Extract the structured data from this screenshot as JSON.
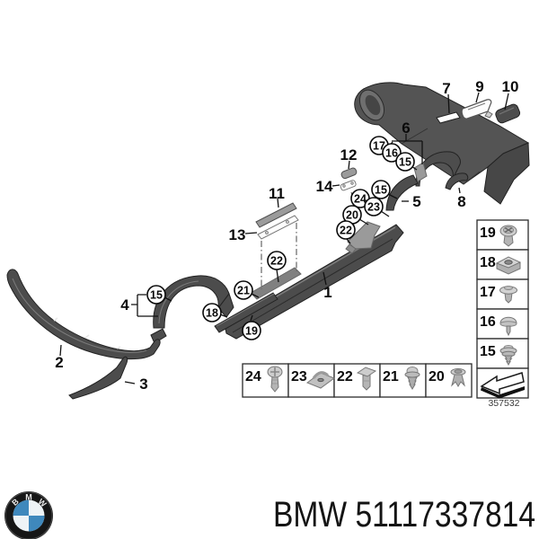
{
  "footer": {
    "brand_text": "BMW 51117337814",
    "logo": {
      "b": "B",
      "m": "M",
      "w": "W"
    }
  },
  "diagram": {
    "sheet_number": "357532",
    "labels": {
      "n1": "1",
      "n2": "2",
      "n3": "3",
      "n4": "4",
      "n5": "5",
      "n6": "6",
      "n7": "7",
      "n8": "8",
      "n9": "9",
      "n10": "10",
      "n11": "11",
      "n12": "12",
      "n13": "13",
      "n14": "14",
      "n15": "15",
      "n16": "16",
      "n17": "17",
      "n18": "18",
      "n19": "19",
      "n20": "20",
      "n21": "21",
      "n22": "22",
      "n23": "23",
      "n24": "24"
    },
    "legend_column": {
      "rows": [
        {
          "num": "19",
          "icon": "screw-rivet-icon"
        },
        {
          "num": "18",
          "icon": "cage-nut-icon"
        },
        {
          "num": "17",
          "icon": "flat-rivet-icon"
        },
        {
          "num": "16",
          "icon": "mushroom-clip-icon"
        },
        {
          "num": "15",
          "icon": "grommet-clip-icon"
        }
      ],
      "arrow_icon": "direction-arrow-icon"
    },
    "legend_row": {
      "rows": [
        {
          "num": "24",
          "icon": "phillips-screw-icon"
        },
        {
          "num": "23",
          "icon": "speed-nut-icon"
        },
        {
          "num": "22",
          "icon": "expansion-rivet-icon"
        },
        {
          "num": "21",
          "icon": "ribbed-clip-icon"
        },
        {
          "num": "20",
          "icon": "push-rivet-icon"
        }
      ]
    },
    "colors": {
      "part_dark": "#4c4c4c",
      "part_mid": "#6e6e6e",
      "part_light": "#9a9a9a",
      "outline": "#222222",
      "bmw_blue": "#3f88bc"
    }
  }
}
